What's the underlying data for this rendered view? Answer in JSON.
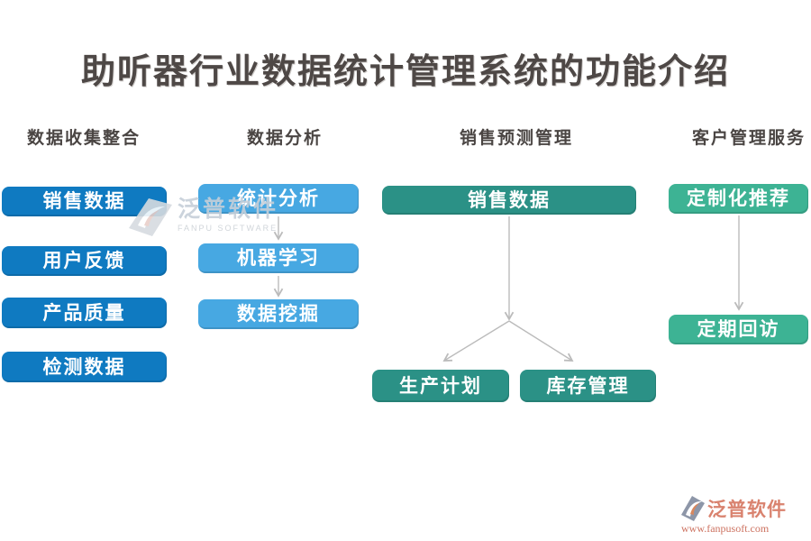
{
  "title": "助听器行业数据统计管理系统的功能介绍",
  "columns": [
    {
      "header": "数据收集整合",
      "items": [
        "销售数据",
        "用户反馈",
        "产品质量",
        "检测数据"
      ]
    },
    {
      "header": "数据分析",
      "items": [
        "统计分析",
        "机器学习",
        "数据挖掘"
      ]
    },
    {
      "header": "销售预测管理",
      "root": "销售数据",
      "children": [
        "生产计划",
        "库存管理"
      ]
    },
    {
      "header": "客户管理服务",
      "items": [
        "定制化推荐",
        "定期回访"
      ]
    }
  ],
  "watermark": {
    "brand": "泛普软件",
    "subtitle": "FANPU SOFTWARE",
    "icon": "fanpu-swoosh-diamond-icon"
  },
  "footer_logo": {
    "brand": "泛普软件",
    "url": "www.fanpusoft.com",
    "icon": "fanpu-swoosh-diamond-icon"
  },
  "colors": {
    "column1_box": "#0F7AC1",
    "column2_box": "#47A8E2",
    "column3_box": "#2B9186",
    "column4_box": "#3DB394",
    "arrow": "#BBBBBB",
    "heading_text": "#4E4846",
    "box_text": "#FFFFFF",
    "watermark_text": "#C6CFD9",
    "footer_text": "#D9826E"
  }
}
